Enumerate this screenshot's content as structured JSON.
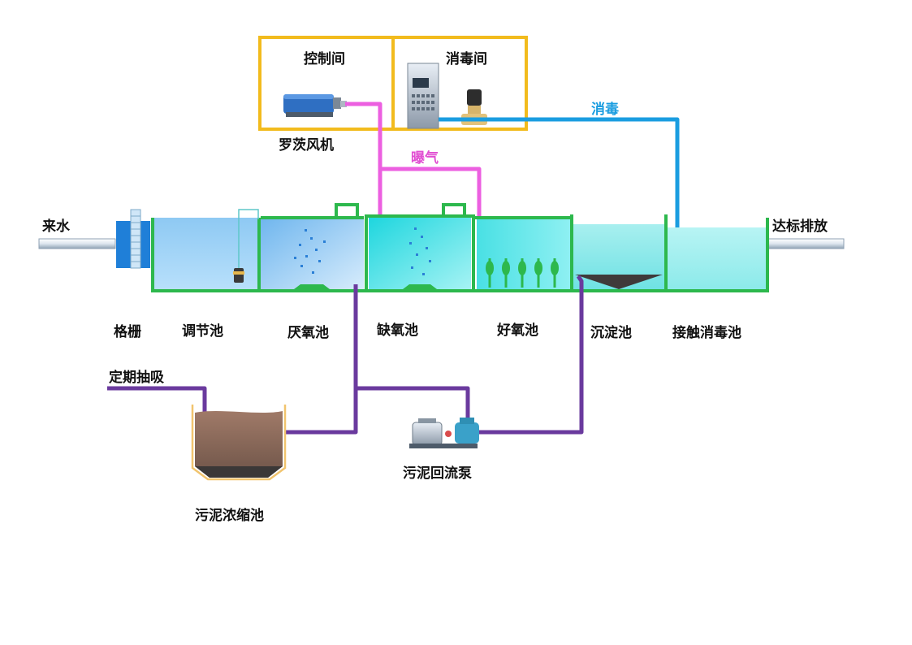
{
  "title": "",
  "rooms": {
    "control": "控制间",
    "disinfect": "消毒间"
  },
  "equipment": {
    "blower": "罗茨风机",
    "return_pump": "污泥回流泵"
  },
  "flows": {
    "aeration": "曝气",
    "disinfection": "消毒",
    "inflow": "来水",
    "outflow": "达标排放",
    "periodic_suction": "定期抽吸"
  },
  "units": {
    "screen": "格栅",
    "equalization": "调节池",
    "anaerobic": "厌氧池",
    "anoxic": "缺氧池",
    "aerobic": "好氧池",
    "sedimentation": "沉淀池",
    "contact_disinfection": "接触消毒池",
    "sludge_thickener": "污泥浓缩池"
  },
  "colors": {
    "tank_wall": "#2db84d",
    "room_border": "#f2bb1d",
    "aeration_pipe": "#ec5fe0",
    "disinfect_pipe": "#1a9de0",
    "sludge_pipe": "#6a3a9e",
    "water_light": "#9fd6f5",
    "water_cyan": "#4fe3e6",
    "sludge": "#3f3a3a"
  }
}
